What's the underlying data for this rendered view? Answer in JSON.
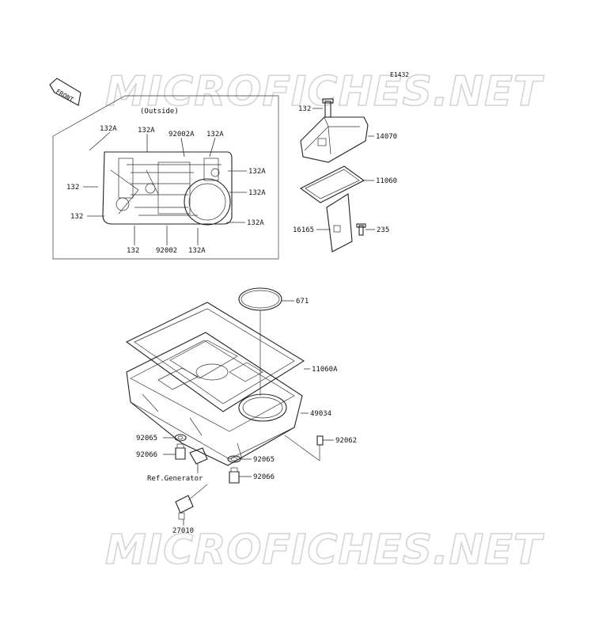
{
  "watermark": "MICROFICHES.NET",
  "diagram_code": "E1432",
  "front_label": "FRONT",
  "inset": {
    "title": "(Outside)",
    "labels": {
      "top_1": "132A",
      "top_2": "132A",
      "top_3": "92002A",
      "top_4": "132A",
      "right_1": "132A",
      "right_2": "132A",
      "right_3": "132A",
      "left_1": "132",
      "left_2": "132",
      "bottom_1": "132",
      "bottom_2": "92002",
      "bottom_3": "132A"
    }
  },
  "breather": {
    "bolt": "132",
    "cover": "14070",
    "gasket": "11060",
    "plate": "16165",
    "screw": "235"
  },
  "oil_pan": {
    "oring": "671",
    "gasket": "11060A",
    "pan": "49034",
    "washer_left": "92065",
    "plug_left": "92066",
    "ref_note": "Ref.Generator",
    "washer_right": "92065",
    "plug_right": "92066",
    "pin": "92062",
    "switch": "27010"
  },
  "colors": {
    "line": "#222222",
    "watermark_outline": "#d4d4d4"
  }
}
